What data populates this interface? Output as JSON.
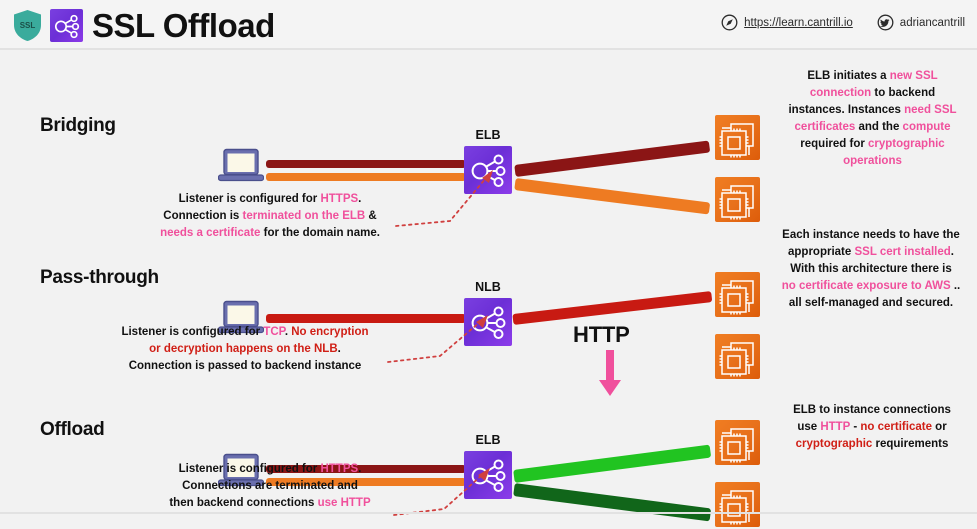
{
  "header": {
    "title": "SSL Offload",
    "brand_icon": "ssl-shield-icon",
    "product_icon": "elastic-load-balancer-icon",
    "links": [
      {
        "icon": "compass-icon",
        "label": "https://learn.cantrill.io",
        "underline": true
      },
      {
        "icon": "twitter-icon",
        "label": "adriancantrill",
        "underline": false
      }
    ]
  },
  "colors": {
    "background": "#f2f2f2",
    "purple_lb": "#6c2fd6",
    "orange_ec2": "#e8711b",
    "dark_red": "#8b1515",
    "orange_line": "#ee7b22",
    "red_line": "#c81a12",
    "bright_green": "#21c421",
    "dark_green": "#11661a",
    "pink_accent": "#f0509c",
    "red_accent": "#d01f16",
    "teal_shield": "#3aab9c"
  },
  "sections": [
    {
      "id": "bridging",
      "title": "Bridging",
      "lb_label": "ELB",
      "client_icon": "laptop-icon",
      "backend_icons": [
        "ec2-instance-icon",
        "ec2-instance-icon"
      ],
      "client_lines": [
        {
          "color": "#8b1515",
          "name": "client-dark-red-connection"
        },
        {
          "color": "#ee7b22",
          "name": "client-orange-connection"
        }
      ],
      "backend_lines": [
        {
          "color": "#8b1515",
          "name": "backend-dark-red-connection"
        },
        {
          "color": "#ee7b22",
          "name": "backend-orange-connection"
        }
      ],
      "left_note": [
        [
          {
            "t": "Listener is configured for ",
            "c": "black"
          },
          {
            "t": "HTTPS",
            "c": "pink"
          },
          {
            "t": ".",
            "c": "black"
          }
        ],
        [
          {
            "t": "Connection is ",
            "c": "black"
          },
          {
            "t": "terminated on the ELB",
            "c": "pink"
          },
          {
            "t": " &",
            "c": "black"
          }
        ],
        [
          {
            "t": "needs a certificate",
            "c": "pink"
          },
          {
            "t": " for the domain name.",
            "c": "black"
          }
        ]
      ],
      "right_note": [
        [
          {
            "t": "ELB initiates a ",
            "c": "black"
          },
          {
            "t": "new SSL",
            "c": "pink"
          }
        ],
        [
          {
            "t": "connection",
            "c": "pink"
          },
          {
            "t": " to backend",
            "c": "black"
          }
        ],
        [
          {
            "t": "instances. Instances ",
            "c": "black"
          },
          {
            "t": "need SSL",
            "c": "pink"
          }
        ],
        [
          {
            "t": "certificates",
            "c": "pink"
          },
          {
            "t": " and the ",
            "c": "black"
          },
          {
            "t": "compute",
            "c": "pink"
          }
        ],
        [
          {
            "t": "required for ",
            "c": "black"
          },
          {
            "t": "cryptographic",
            "c": "pink"
          }
        ],
        [
          {
            "t": "operations",
            "c": "pink"
          }
        ]
      ]
    },
    {
      "id": "pass-through",
      "title": "Pass-through",
      "lb_label": "NLB",
      "client_icon": "laptop-icon",
      "backend_icons": [
        "ec2-instance-icon",
        "ec2-instance-icon"
      ],
      "client_lines": [
        {
          "color": "#c81a12",
          "name": "client-red-connection"
        }
      ],
      "backend_lines": [
        {
          "color": "#c81a12",
          "name": "backend-red-connection"
        }
      ],
      "left_note": [
        [
          {
            "t": "Listener is configured for ",
            "c": "black"
          },
          {
            "t": "TCP",
            "c": "pink"
          },
          {
            "t": ". ",
            "c": "black"
          },
          {
            "t": "No encryption",
            "c": "red"
          }
        ],
        [
          {
            "t": "or decryption happens on the NLB",
            "c": "red"
          },
          {
            "t": ".",
            "c": "black"
          }
        ],
        [
          {
            "t": "Connection is passed to backend instance",
            "c": "black"
          }
        ]
      ],
      "right_note": [
        [
          {
            "t": "Each instance needs to have the",
            "c": "black"
          }
        ],
        [
          {
            "t": "appropriate ",
            "c": "black"
          },
          {
            "t": "SSL cert installed",
            "c": "pink"
          },
          {
            "t": ".",
            "c": "black"
          }
        ],
        [
          {
            "t": "With this architecture there is",
            "c": "black"
          }
        ],
        [
          {
            "t": "no certificate exposure to AWS",
            "c": "pink"
          },
          {
            "t": " ..",
            "c": "black"
          }
        ],
        [
          {
            "t": "all self-managed and secured.",
            "c": "black"
          }
        ]
      ]
    },
    {
      "id": "offload",
      "title": "Offload",
      "lb_label": "ELB",
      "client_icon": "laptop-icon",
      "backend_icons": [
        "ec2-instance-icon",
        "ec2-instance-icon"
      ],
      "client_lines": [
        {
          "color": "#8b1515",
          "name": "client-dark-red-connection"
        },
        {
          "color": "#ee7b22",
          "name": "client-orange-connection"
        }
      ],
      "backend_lines": [
        {
          "color": "#21c421",
          "name": "backend-bright-green-connection"
        },
        {
          "color": "#11661a",
          "name": "backend-dark-green-connection"
        }
      ],
      "left_note": [
        [
          {
            "t": "Listener is configured for ",
            "c": "black"
          },
          {
            "t": "HTTPS",
            "c": "pink"
          },
          {
            "t": ".",
            "c": "black"
          }
        ],
        [
          {
            "t": "Connections are terminated and",
            "c": "black"
          }
        ],
        [
          {
            "t": "then backend connections ",
            "c": "black"
          },
          {
            "t": "use HTTP",
            "c": "pink"
          }
        ]
      ],
      "right_note": [
        [
          {
            "t": "ELB to instance connections",
            "c": "black"
          }
        ],
        [
          {
            "t": "use ",
            "c": "black"
          },
          {
            "t": "HTTP",
            "c": "pink"
          },
          {
            "t": " - ",
            "c": "black"
          },
          {
            "t": "no certificate",
            "c": "red"
          },
          {
            "t": " or",
            "c": "black"
          }
        ],
        [
          {
            "t": "cryptographic",
            "c": "red"
          },
          {
            "t": " requirements",
            "c": "black"
          }
        ]
      ]
    }
  ],
  "annotations": {
    "http_label": "HTTP",
    "http_arrow": "pink-down-arrow-icon"
  }
}
